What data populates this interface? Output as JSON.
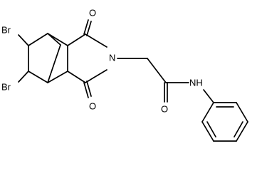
{
  "structure": {
    "atoms": {
      "br_top": "Br",
      "br_bottom": "Br",
      "o_top": "O",
      "n_imide": "N",
      "o_bottom": "O",
      "o_amide": "O",
      "nh_amide": "NH"
    }
  }
}
